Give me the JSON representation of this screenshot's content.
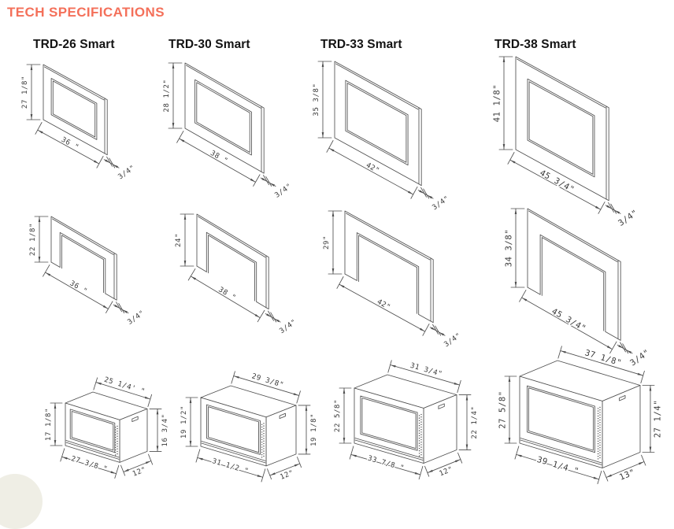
{
  "page": {
    "title": "TECH SPECIFICATIONS",
    "accent_color": "#f4705a",
    "line_color": "#4f4f4f"
  },
  "models": [
    {
      "name": "TRD-26 Smart",
      "front_frame": {
        "height": "27 1/8\"",
        "width": "36 \"",
        "depth": "3/4\""
      },
      "wall_opening": {
        "height": "22 1/8\"",
        "width": "36 \"",
        "depth": "3/4\""
      },
      "firebox": {
        "top_width": "25 1/4' \"",
        "front_height": "17 1/8\"",
        "back_height": "16 3/4\"",
        "bottom_width": "27 3/8 \"",
        "depth": "12\""
      }
    },
    {
      "name": "TRD-30 Smart",
      "front_frame": {
        "height": "28 1/2\"",
        "width": "38 \"",
        "depth": "3/4\""
      },
      "wall_opening": {
        "height": "24\"",
        "width": "38 \"",
        "depth": "3/4\""
      },
      "firebox": {
        "top_width": "29 3/8\"",
        "front_height": "19 1/2\"",
        "back_height": "19 1/8\"",
        "bottom_width": "31 1/2 \"",
        "depth": "12\""
      }
    },
    {
      "name": "TRD-33 Smart",
      "front_frame": {
        "height": "35 3/8\"",
        "width": "42\"",
        "depth": "3/4\""
      },
      "wall_opening": {
        "height": "29\"",
        "width": "42\"",
        "depth": "3/4\""
      },
      "firebox": {
        "top_width": "31 3/4\"",
        "front_height": "22 5/8\"",
        "back_height": "22 1/4\"",
        "bottom_width": "33 7/8 \"",
        "depth": "12\""
      }
    },
    {
      "name": "TRD-38 Smart",
      "front_frame": {
        "height": "41 1/8\"",
        "width": "45 3/4\"",
        "depth": "3/4\""
      },
      "wall_opening": {
        "height": "34 3/8\"",
        "width": "45 3/4\"",
        "depth": "3/4\""
      },
      "firebox": {
        "top_width": "37 1/8\"",
        "front_height": "27 5/8\"",
        "back_height": "27 1/4\"",
        "bottom_width": "39 1/4 \"",
        "depth": "13\""
      }
    }
  ]
}
